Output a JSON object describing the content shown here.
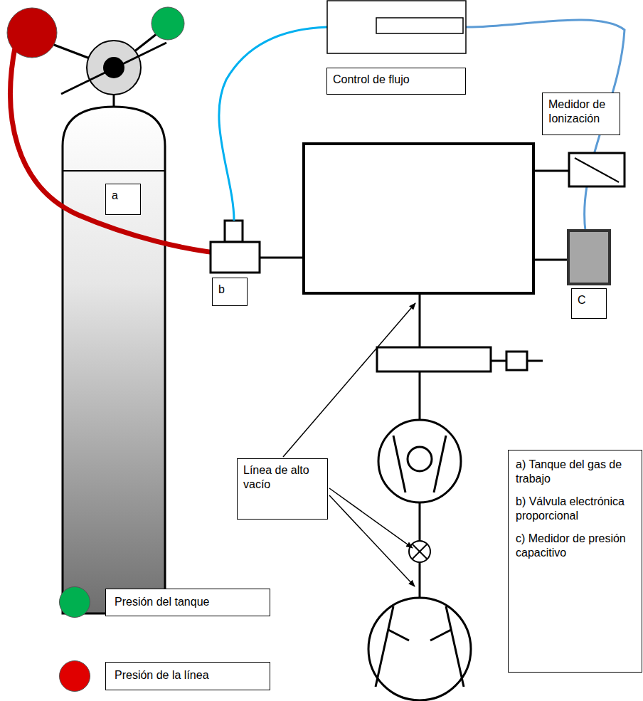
{
  "diagram": {
    "nodes": [
      {
        "text": [
          "Control de flujo"
        ]
      },
      {
        "text": [
          "Medidor de Ionización"
        ]
      },
      {
        "text": [
          "a"
        ]
      },
      {
        "text": [
          "b"
        ]
      },
      {
        "text": [
          "C"
        ]
      },
      {
        "text": [
          "Línea de alto vacío"
        ]
      },
      {
        "text": [
          "a) Tanque del gas de trabajo",
          "b) Válvula electrónica proporcional",
          "c) Medidor de presión capacitivo"
        ]
      }
    ],
    "legend": [
      {
        "text": "Presión del tanque",
        "color": "#00b050"
      },
      {
        "text": "Presión de la línea",
        "color": "#e00000"
      }
    ]
  }
}
